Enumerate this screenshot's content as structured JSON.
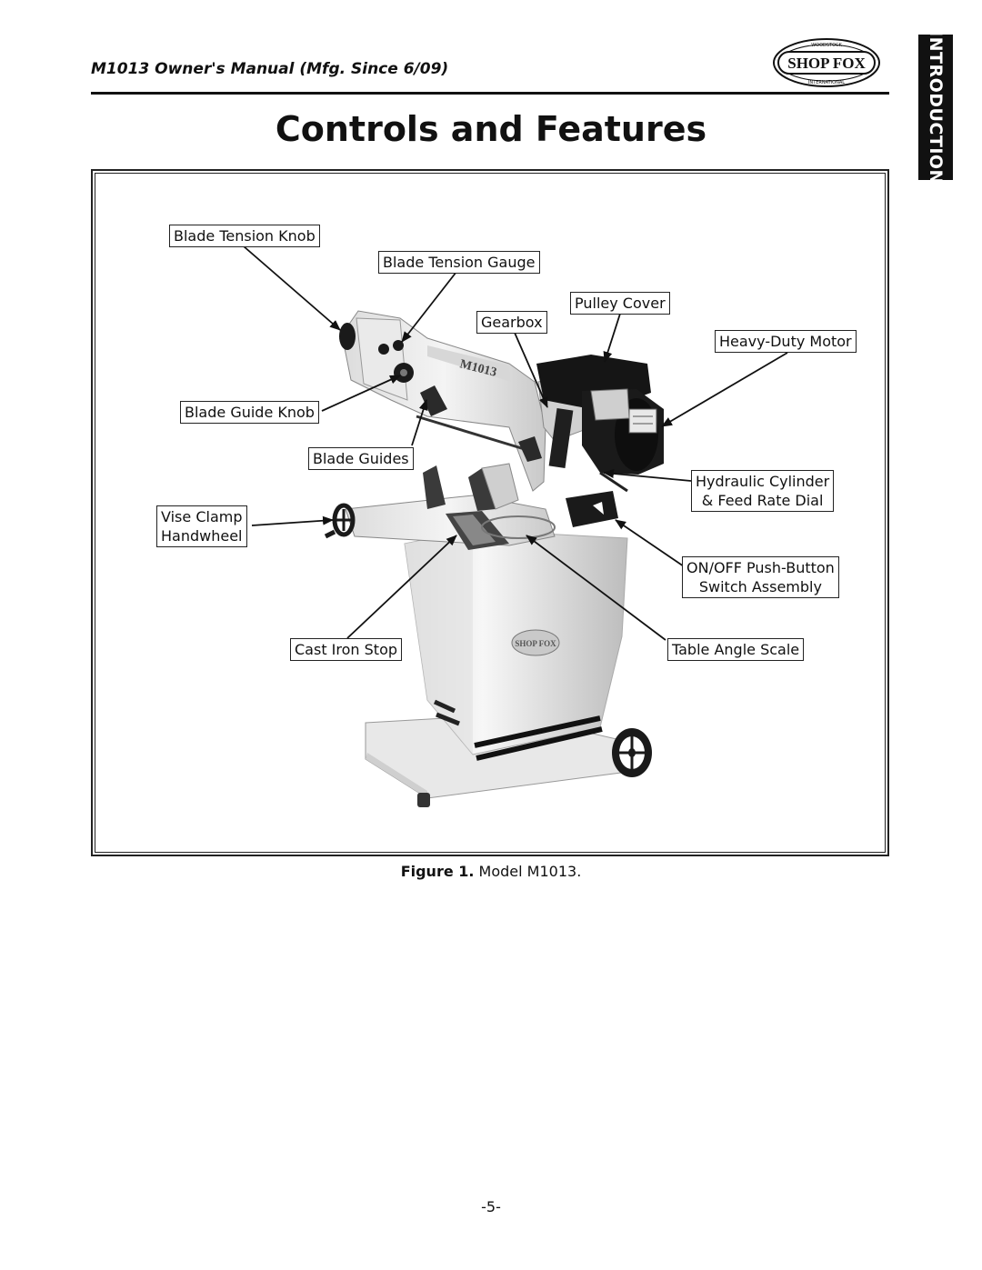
{
  "header": {
    "manual_title": "M1013 Owner's Manual (Mfg. Since 6/09)",
    "logo_text": "SHOP FOX",
    "logo_ring_top": "WOODSTOCK",
    "logo_ring_bottom": "INTERNATIONAL"
  },
  "side_tab": {
    "label": "INTRODUCTION"
  },
  "page": {
    "title": "Controls and Features",
    "number": "-5-"
  },
  "figure": {
    "callouts": {
      "blade_tension_knob": "Blade Tension Knob",
      "blade_tension_gauge": "Blade Tension Gauge",
      "pulley_cover": "Pulley Cover",
      "gearbox": "Gearbox",
      "heavy_duty_motor": "Heavy-Duty Motor",
      "blade_guide_knob": "Blade Guide Knob",
      "blade_guides": "Blade Guides",
      "hydraulic_cylinder_line1": "Hydraulic Cylinder",
      "hydraulic_cylinder_line2": "& Feed Rate Dial",
      "vise_clamp_line1": "Vise Clamp",
      "vise_clamp_line2": "Handwheel",
      "onoff_line1": "ON/OFF Push-Button",
      "onoff_line2": "Switch Assembly",
      "cast_iron_stop": "Cast Iron Stop",
      "table_angle_scale": "Table Angle Scale"
    },
    "machine_model_marking": "M1013",
    "base_badge_text": "SHOP FOX",
    "caption_label": "Figure 1.",
    "caption_text": " Model M1013."
  }
}
